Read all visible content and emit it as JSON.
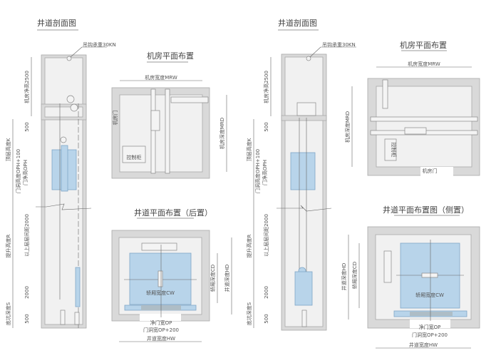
{
  "left": {
    "section_title": "井道剖面图",
    "hook_label": "吊钩承重30KN",
    "mr_height": "机房净高2500",
    "d500_top": "500",
    "top_height": "顶层高度K",
    "door_opening_height": "门洞高度OPH+100",
    "door_clear_height": "门净高OPH",
    "travel": "提升高度R",
    "floor_spacing": "以上层层间距2000",
    "d2000": "2000",
    "pit_depth": "底坑深度S",
    "d500_bottom": "500",
    "mr_title": "机房平面布置",
    "mrw": "机房宽度MRW",
    "mrd": "机房深度MRD",
    "mr_door": "机房门",
    "cabinet": "控制柜",
    "plan_title": "井道平面布置（后置）",
    "cw": "轿厢宽度CW",
    "cd": "轿厢深度CD",
    "hd": "井道深度HD",
    "op": "净门宽OP",
    "op200": "门洞宽OP+200",
    "hw": "井道宽度HW"
  },
  "right": {
    "section_title": "井道剖面图",
    "hook_label": "吊钩承重30KN",
    "mr_height": "机房净高2500",
    "d500_top": "500",
    "top_height": "顶层高度K",
    "door_opening_height": "门洞高度OPH+100",
    "door_clear_height": "门净高OPH",
    "travel": "提升高度R",
    "floor_spacing": "以上层层间距2000",
    "d2000": "2000",
    "pit_depth": "底坑深度S",
    "d500_bottom": "500",
    "mr_title": "机房平面布置",
    "mrw": "机房宽度MRW",
    "mrd": "机房深度MRD",
    "mr_door": "机房门",
    "cabinet": "控制柜",
    "plan_title": "井道平面布置图（侧置）",
    "cw": "轿厢宽度CW",
    "cd": "轿厢深度CD",
    "hd": "井道深度HD",
    "op": "净门宽OP",
    "op200": "门洞宽OP+200",
    "hw": "井道宽度HW"
  }
}
